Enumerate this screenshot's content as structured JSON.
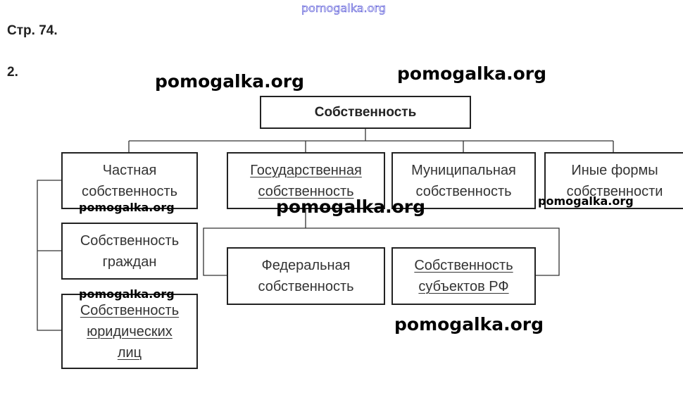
{
  "watermark_top": "pomogalka.org",
  "page_label": "Стр. 74.",
  "task_number": "2.",
  "watermark": "pomogalka.org",
  "diagram": {
    "root": "Собственность",
    "private": [
      "Частная",
      "собственность"
    ],
    "state": [
      "Государственная",
      "собственность"
    ],
    "municipal": [
      "Муниципальная",
      "собственность"
    ],
    "other": [
      "Иные формы",
      "собственности"
    ],
    "citizens": [
      "Собственность",
      "граждан"
    ],
    "legal_entities": [
      "Собственность",
      "юридических",
      "лиц"
    ],
    "federal": [
      "Федеральная",
      "собственность"
    ],
    "subjects": [
      "Собственность",
      "субъектов РФ"
    ]
  }
}
